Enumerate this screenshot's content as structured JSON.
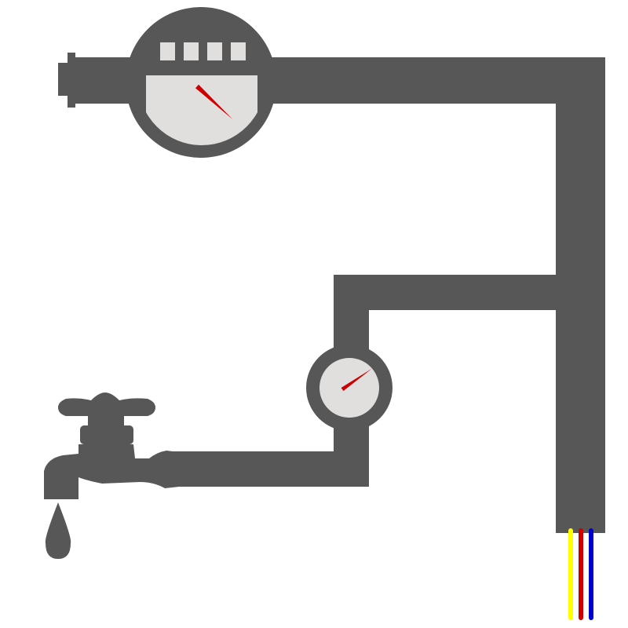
{
  "meter_main": {
    "digit_count": 4,
    "needle_reading": 0.38
  },
  "gauge_small": {
    "needle_reading": 0.72
  },
  "colors": {
    "pipe": "#575757",
    "dial_face": "#e1dede",
    "needle": "#cc0000",
    "wire_yellow": "#ffff00",
    "wire_red": "#cc0000",
    "wire_blue": "#0000cc",
    "background": "#ffffff"
  },
  "wires": [
    "yellow",
    "red",
    "blue"
  ],
  "icons": {
    "faucet": "faucet-icon",
    "water_drop": "water-drop-icon",
    "water_meter": "water-meter-icon",
    "pressure_gauge": "pressure-gauge-icon"
  }
}
